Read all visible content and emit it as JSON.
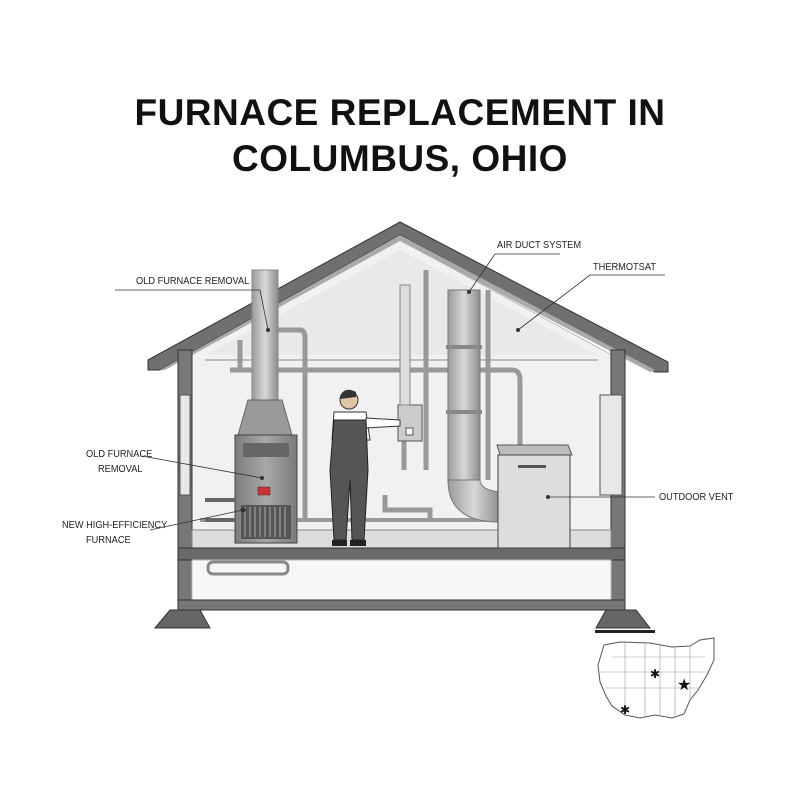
{
  "title": {
    "line1": "FURNACE REPLACEMENT IN",
    "line2": "COLUMBUS, OHIO"
  },
  "labels": {
    "old_furnace_removal_top": "OLD FURNACE REMOVAL",
    "air_duct_system": "AIR DUCT SYSTEM",
    "thermostat": "THERMOTSAT",
    "old_furnace_removal_side_1": "OLD FURNACE",
    "old_furnace_removal_side_2": "REMOVAL",
    "new_furnace_1": "NEW HIGH-EFFICIENCY",
    "new_furnace_2": "FURNACE",
    "outdoor_vent": "OUTDOOR VENT"
  },
  "colors": {
    "ink": "#222222",
    "metal": "#8a8a8a",
    "wall": "#6e6e6e",
    "interior": "#f2f2f2"
  }
}
